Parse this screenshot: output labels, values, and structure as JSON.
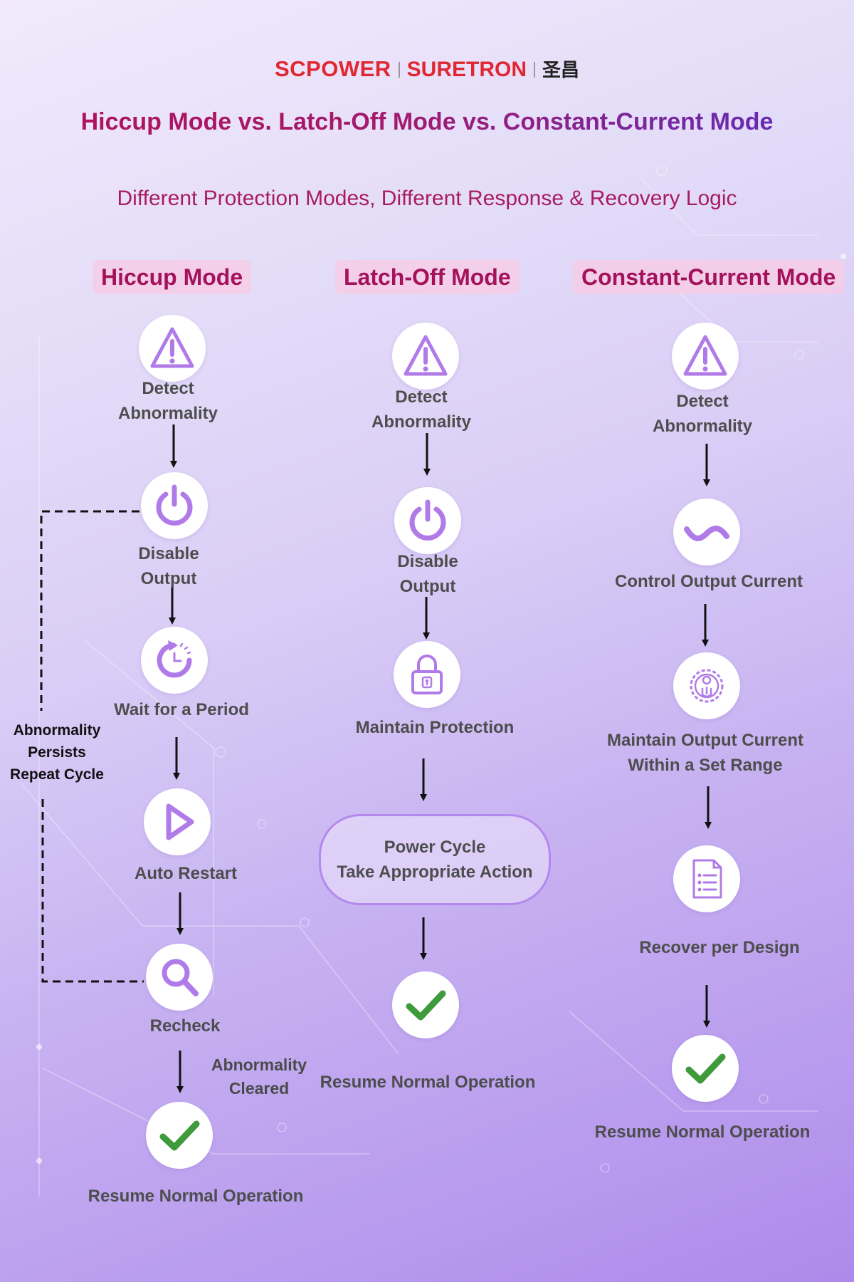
{
  "brand": {
    "scpower": "SCPOWER",
    "suretron": "SURETRON",
    "chinese": "圣昌"
  },
  "title": "Hiccup Mode vs. Latch-Off Mode vs. Constant-Current Mode",
  "subtitle": "Different Protection Modes, Different Response & Recovery Logic",
  "columns": {
    "hiccup": {
      "heading": "Hiccup Mode",
      "detect": [
        "Detect",
        "Abnormality"
      ],
      "disable": [
        "Disable",
        "Output"
      ],
      "wait": "Wait for a Period",
      "restart": "Auto Restart",
      "recheck": "Recheck",
      "cleared": [
        "Abnormality",
        "Cleared"
      ],
      "persists": [
        "Abnormality",
        "Persists",
        "Repeat Cycle"
      ],
      "resume": "Resume Normal Operation"
    },
    "latch": {
      "heading": "Latch-Off Mode",
      "detect": [
        "Detect",
        "Abnormality"
      ],
      "disable": [
        "Disable",
        "Output"
      ],
      "maintain": "Maintain Protection",
      "action": [
        "Power Cycle",
        "Take Appropriate Action"
      ],
      "resume": "Resume Normal Operation"
    },
    "cc": {
      "heading": "Constant-Current Mode",
      "detect": [
        "Detect",
        "Abnormality"
      ],
      "control": "Control Output Current",
      "maintain": [
        "Maintain Output Current",
        "Within a Set Range"
      ],
      "recover": "Recover per Design",
      "resume": "Resume Normal Operation"
    }
  },
  "icons": {
    "warning": "warning-triangle-icon",
    "power": "power-icon",
    "timer": "timer-icon",
    "play": "play-icon",
    "search": "search-icon",
    "check": "check-icon",
    "lock": "lock-icon",
    "wave": "wave-icon",
    "gear": "gear-wrench-icon",
    "document": "document-list-icon"
  },
  "colors": {
    "accent_purple": "#b07be8",
    "check_green": "#3f9a3c",
    "heading_magenta": "#a3125a",
    "brand_red": "#e02833"
  }
}
